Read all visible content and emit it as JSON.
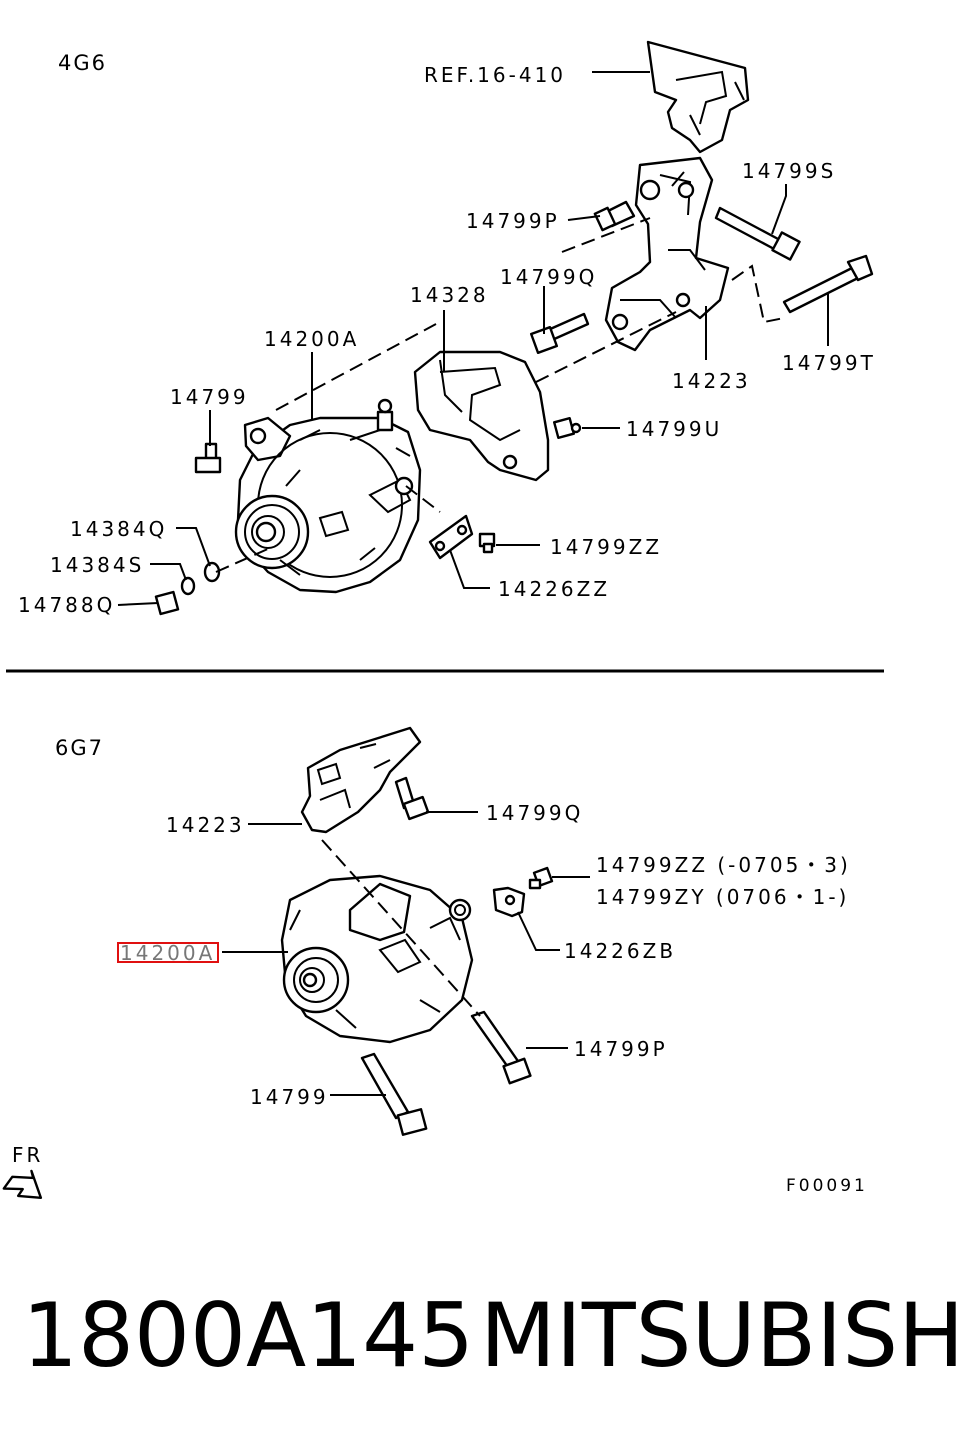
{
  "sections": {
    "top": "4G6",
    "bottom": "6G7"
  },
  "top_labels": {
    "ref": "REF.16-410",
    "p14799S": "14799S",
    "p14799P": "14799P",
    "p14799Q": "14799Q",
    "p14328": "14328",
    "p14200A": "14200A",
    "p14799T": "14799T",
    "p14223": "14223",
    "p14799": "14799",
    "p14799U": "14799U",
    "p14384Q": "14384Q",
    "p14384S": "14384S",
    "p14788Q": "14788Q",
    "p14799ZZ": "14799ZZ",
    "p14226ZZ": "14226ZZ"
  },
  "bottom_labels": {
    "p14223": "14223",
    "p14799Q": "14799Q",
    "p14799ZZ": "14799ZZ (-0705・3)",
    "p14799ZY": "14799ZY (0706・1-)",
    "p14226ZB": "14226ZB",
    "p14200A": "14200A",
    "p14799P": "14799P",
    "p14799": "14799"
  },
  "fr_label": "FR",
  "figure_code": "F00091",
  "footer": {
    "part_number": "1800A145",
    "brand": "MITSUBISHI"
  }
}
